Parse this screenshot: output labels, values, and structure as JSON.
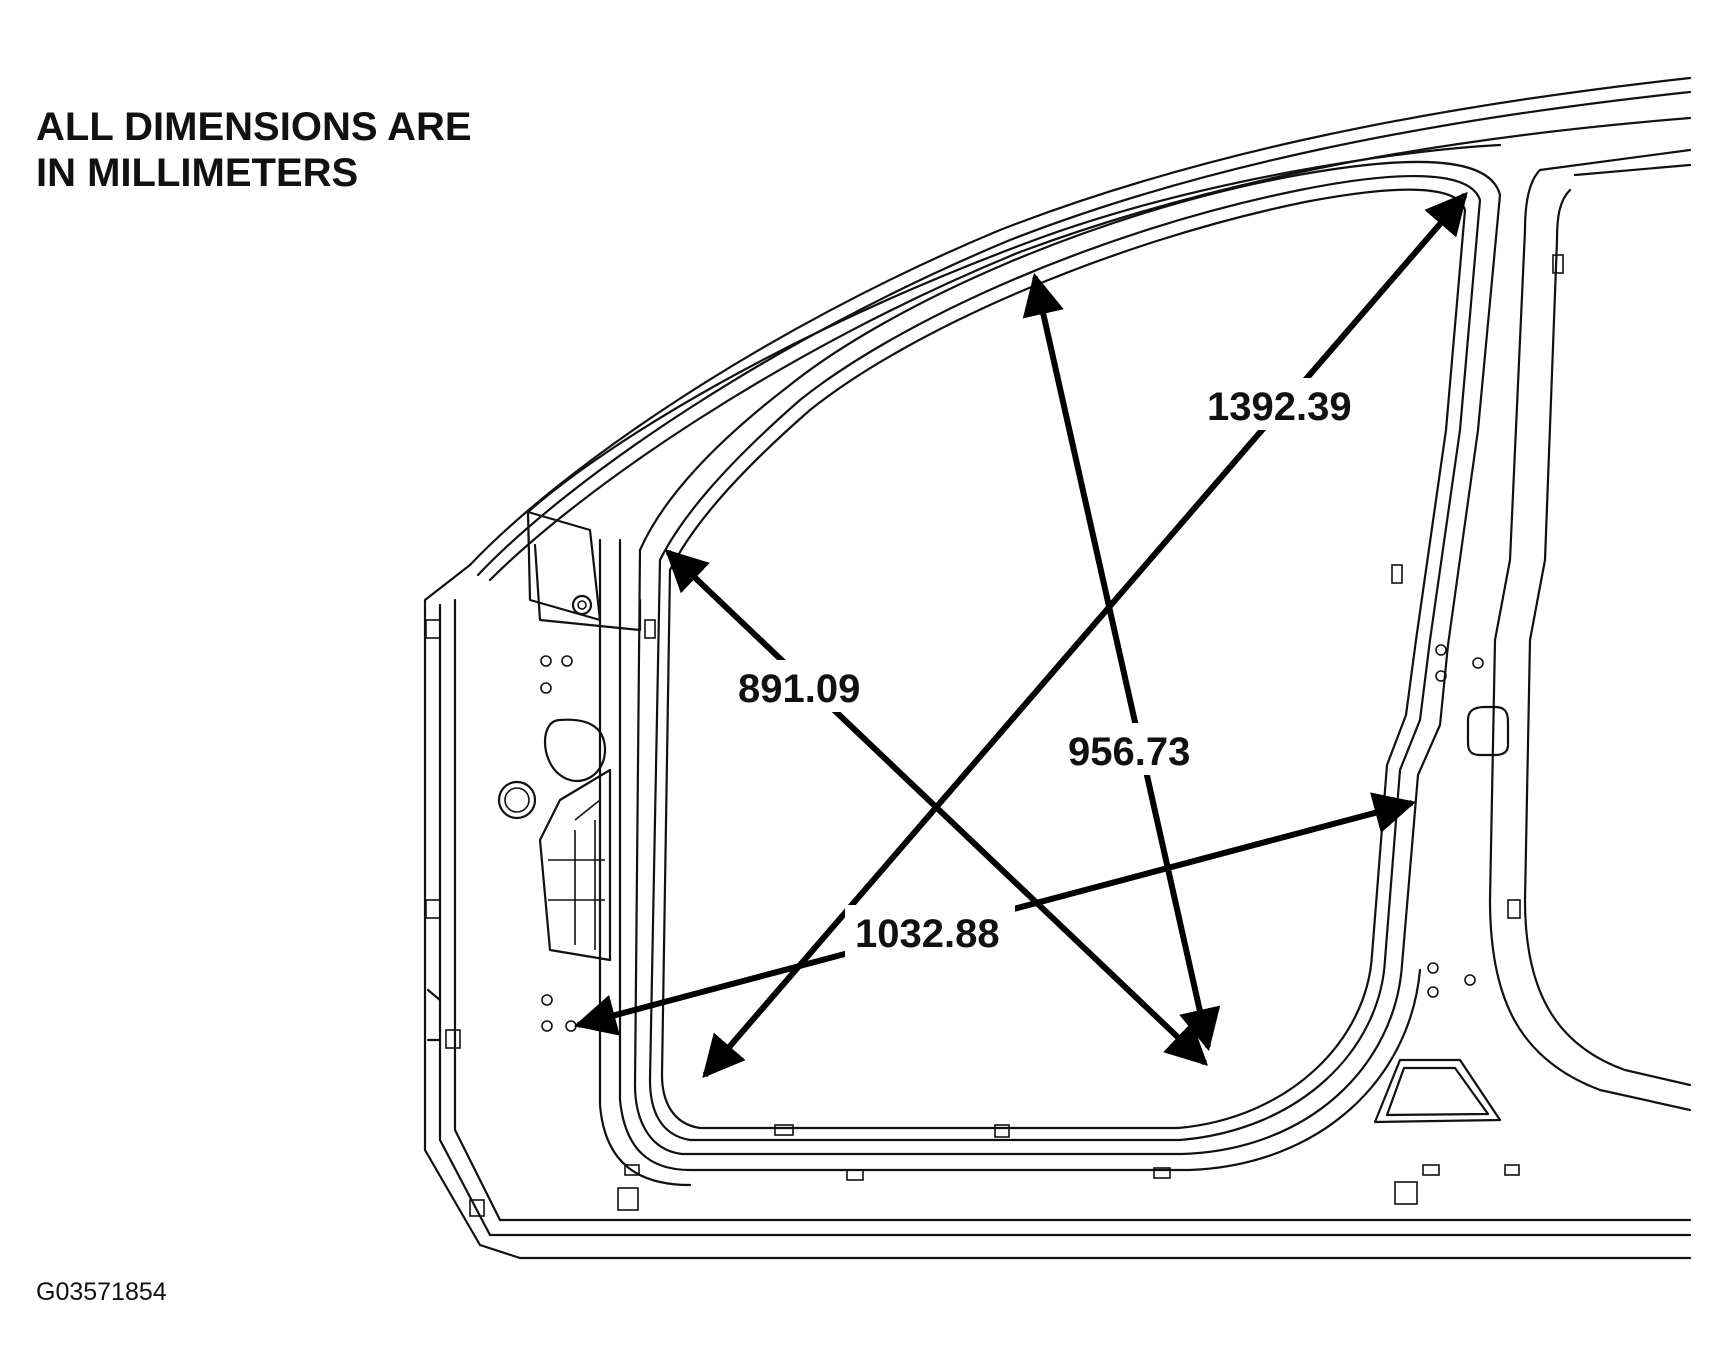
{
  "note": {
    "line1": "ALL DIMENSIONS ARE",
    "line2": "IN MILLIMETERS"
  },
  "figure_id": "G03571854",
  "dimensions": [
    {
      "id": "diag-upper-right-to-lower-left",
      "label": "1392.39"
    },
    {
      "id": "diag-upper-left-to-lower-right",
      "label": "891.09"
    },
    {
      "id": "vertical-top-to-bottom",
      "label": "956.73"
    },
    {
      "id": "horizontal-hinge-to-rear",
      "label": "1032.88"
    }
  ]
}
